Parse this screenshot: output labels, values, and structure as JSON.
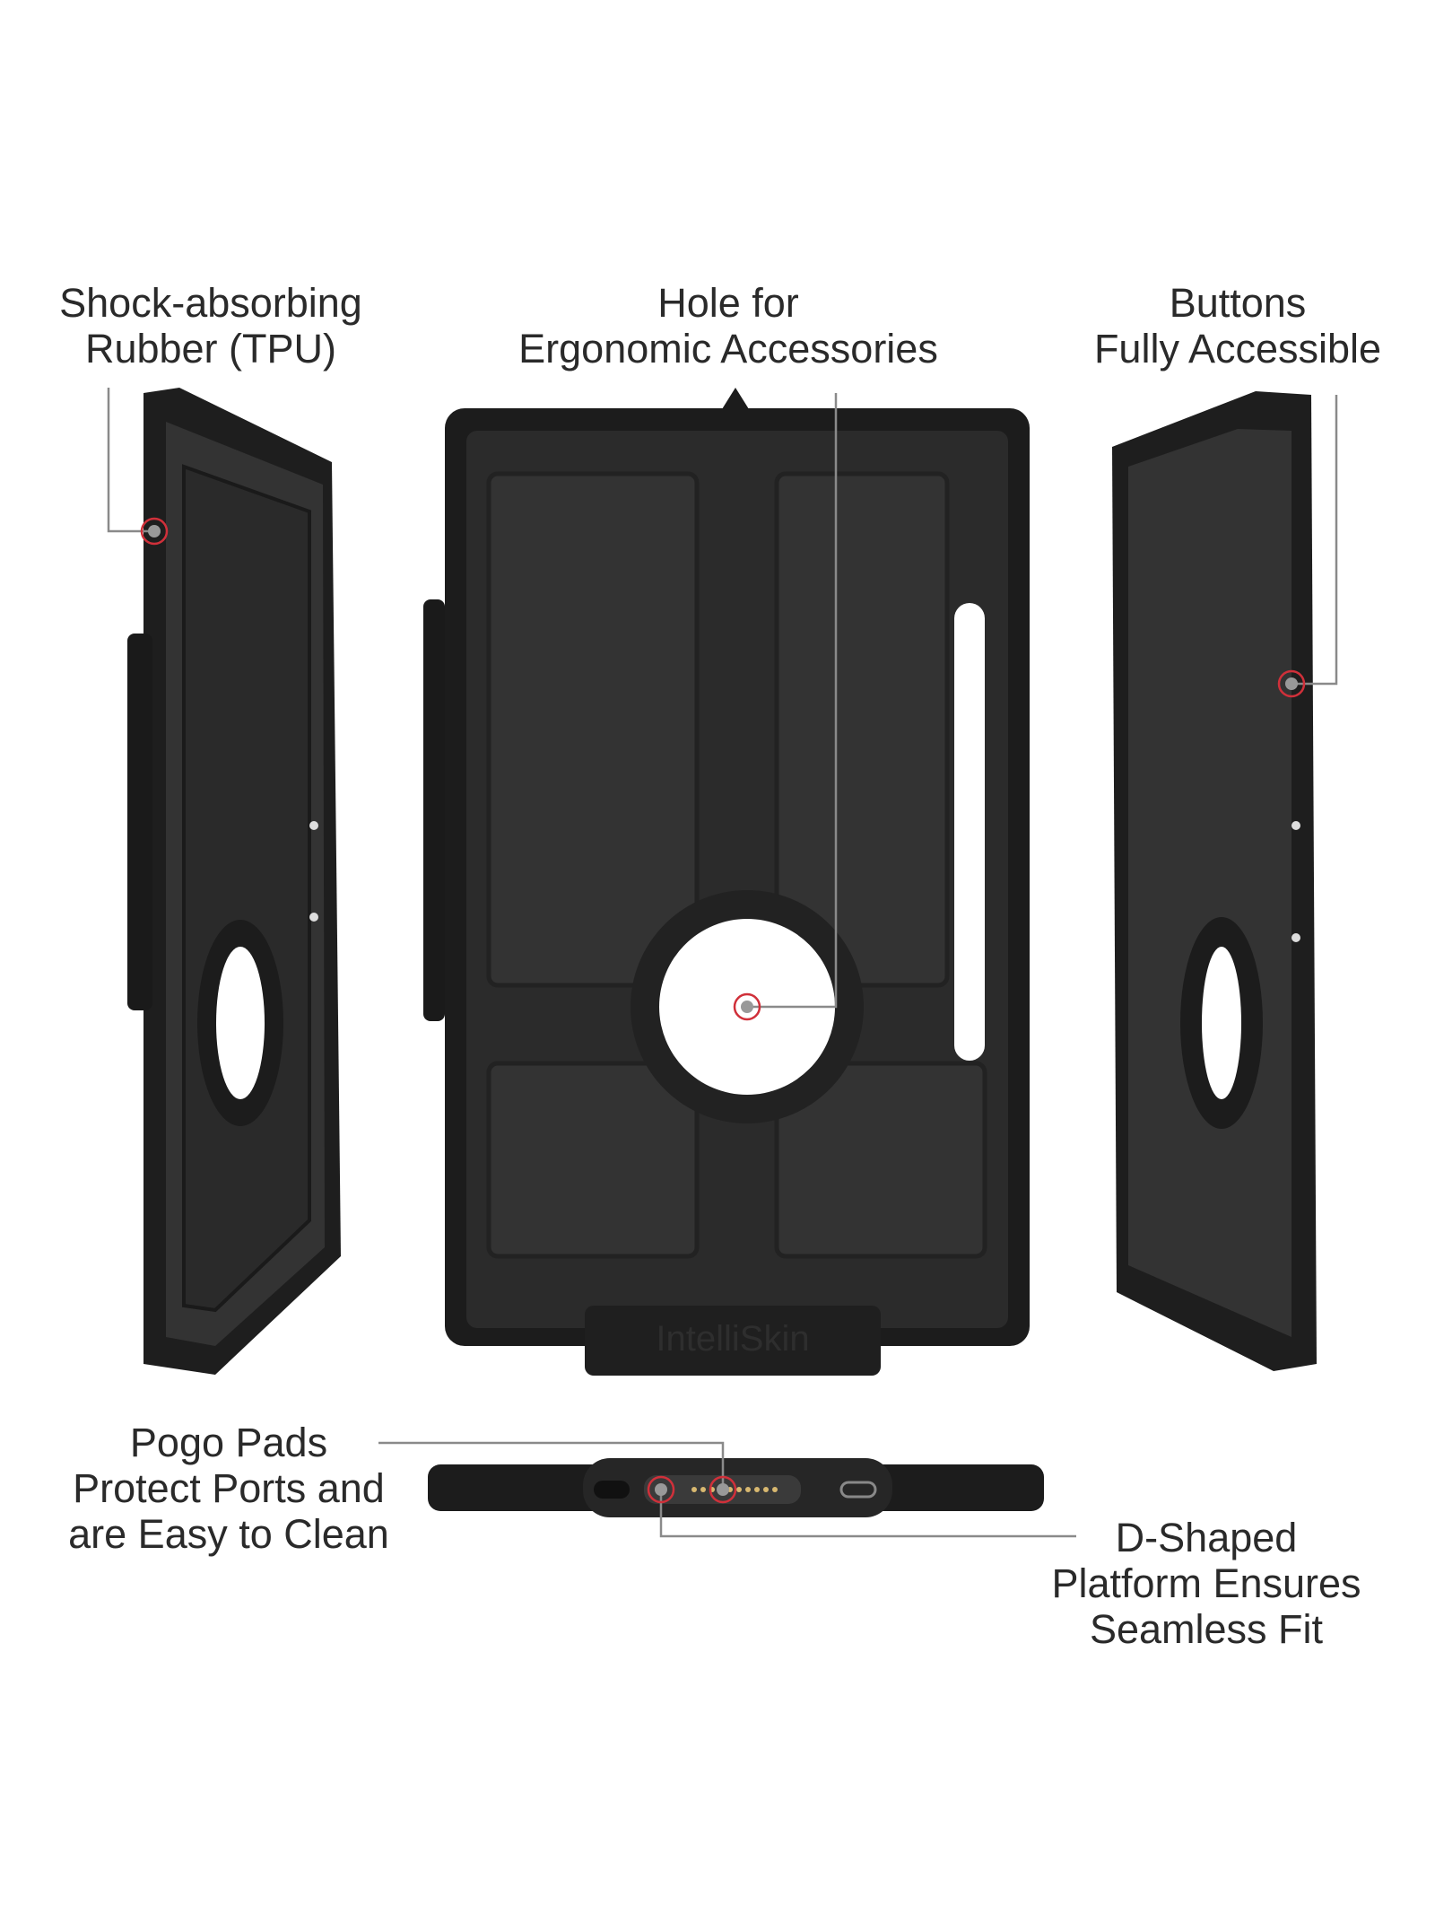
{
  "callouts": {
    "shock": {
      "line1": "Shock-absorbing",
      "line2": "Rubber (TPU)"
    },
    "hole": {
      "line1": "Hole for",
      "line2": "Ergonomic Accessories"
    },
    "buttons": {
      "line1": "Buttons",
      "line2": "Fully Accessible"
    },
    "pogo": {
      "line1": "Pogo Pads",
      "line2": "Protect Ports and",
      "line3": "are Easy to Clean"
    },
    "dshape": {
      "line1": "D-Shaped",
      "line2": "Platform Ensures",
      "line3": "Seamless Fit"
    }
  },
  "brand": "IntelliSkin",
  "colors": {
    "case": "#262626",
    "leader": "#8a8a8a",
    "marker": "#d0303a"
  }
}
